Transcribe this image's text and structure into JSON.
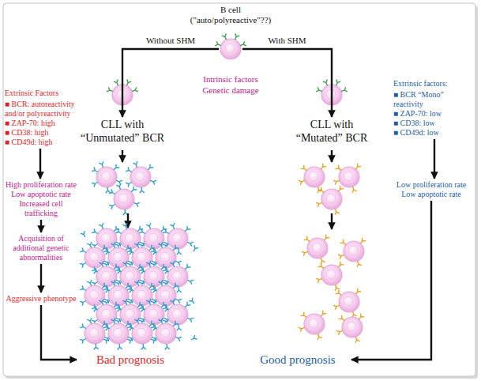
{
  "diagram": {
    "nodes": [
      {
        "text": [
          "B cell (\"auto/polyreactive\"??)"
        ]
      },
      {
        "text": [
          "CLL with “Unmutated” BCR"
        ]
      },
      {
        "text": [
          "CLL with “Mutated” BCR"
        ]
      },
      {
        "text": [
          "Extrinsic Factors",
          "■ BCR: autoreactivity and/or polyreactivity",
          "■ ZAP-70: high",
          "■ CD38: high",
          "■ CD49d: high"
        ]
      },
      {
        "text": [
          "High proliferation rate Low apoptotic rate Increased cell trafficking"
        ]
      },
      {
        "text": [
          "Acquisition of additional genetic abnormalities"
        ]
      },
      {
        "text": [
          "Aggressive phenotype"
        ]
      },
      {
        "text": [
          "Bad prognosis"
        ]
      },
      {
        "text": [
          "Extrinsic factors:",
          "■ BCR “Mono” reactivity",
          "■ ZAP-70: low",
          "■ CD38: low",
          "■ CD49d: low"
        ]
      },
      {
        "text": [
          "Low proliferation rate Low apoptotic rate"
        ]
      },
      {
        "text": [
          "Good prognosis"
        ]
      }
    ],
    "edges": [
      {
        "from": 0,
        "to": 1,
        "arrow": "to",
        "label": "Without SHM"
      },
      {
        "from": 0,
        "to": 2,
        "arrow": "to",
        "label": "With SHM"
      },
      {
        "from": 3,
        "to": 4,
        "arrow": "to"
      },
      {
        "from": 4,
        "to": 5,
        "arrow": "to"
      },
      {
        "from": 5,
        "to": 6,
        "arrow": "to"
      },
      {
        "from": 6,
        "to": 7,
        "arrow": "to"
      },
      {
        "from": 8,
        "to": 9,
        "arrow": "to"
      },
      {
        "from": 9,
        "to": 10,
        "arrow": "to"
      }
    ],
    "labels": [
      "Intrinsic factors",
      "Genetic damage"
    ]
  }
}
